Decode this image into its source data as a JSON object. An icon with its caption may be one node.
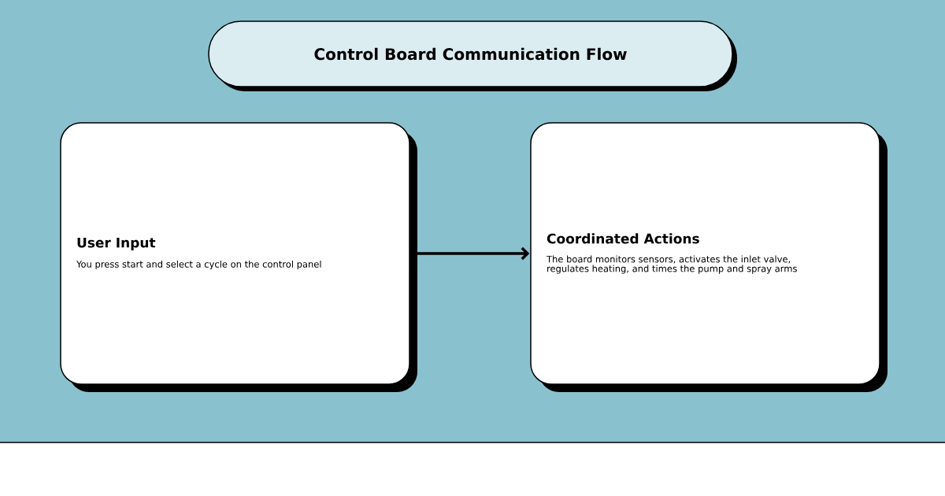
{
  "diagram": {
    "title": "Control Board Communication Flow",
    "nodes": [
      {
        "text": [
          "User Input",
          "You press start and select a cycle on the control panel"
        ]
      },
      {
        "text": [
          "Coordinated Actions",
          "The board monitors sensors, activates the inlet valve, regulates heating, and times the pump and spray arms"
        ]
      }
    ],
    "edges": [
      {
        "from": 0,
        "to": 1,
        "arrow": "to"
      }
    ]
  }
}
